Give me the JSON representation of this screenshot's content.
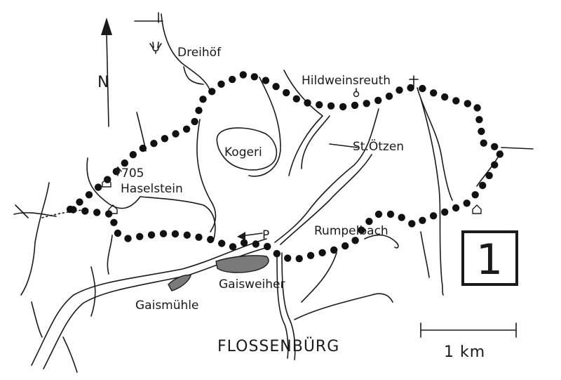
{
  "map": {
    "north_label": "N",
    "route_number": "1",
    "scale_label": "1 km",
    "places": {
      "dreihof": "Dreihöf",
      "hildweinsreuth": "Hildweinsreuth",
      "kogeri": "Kogeri",
      "st_otzen": "St.Ötzen",
      "peak": "705",
      "haselstein": "Haselstein",
      "parking": "P",
      "rumpelbach": "Rumpelbach",
      "gaisweiher": "Gaisweiher",
      "gaismuhle": "Gaismühle",
      "flossenburg": "FLOSSENBÜRG"
    },
    "colors": {
      "ink": "#1a1a1a",
      "paper": "#ffffff"
    }
  }
}
